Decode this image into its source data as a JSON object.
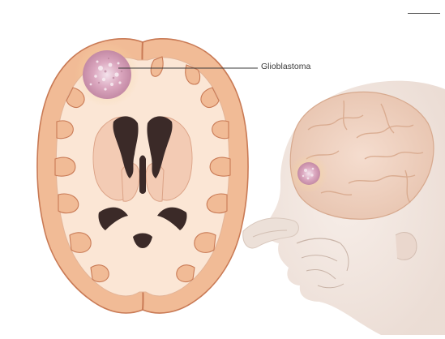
{
  "labels": {
    "tumor": "Glioblastoma"
  },
  "colors": {
    "cortex": "#f1bb96",
    "cortex_outline": "#c97a55",
    "white_matter": "#fbe6d5",
    "deep_nuclei": "#f3cbb4",
    "ventricle": "#3b2a28",
    "tumor": "#e9b8c8",
    "tumor_halo": "#f6d7a4",
    "skin": "#efe3dc",
    "callout_line": "#3a3a3a"
  },
  "icons": [
    "brain-cross-section",
    "head-profile"
  ]
}
